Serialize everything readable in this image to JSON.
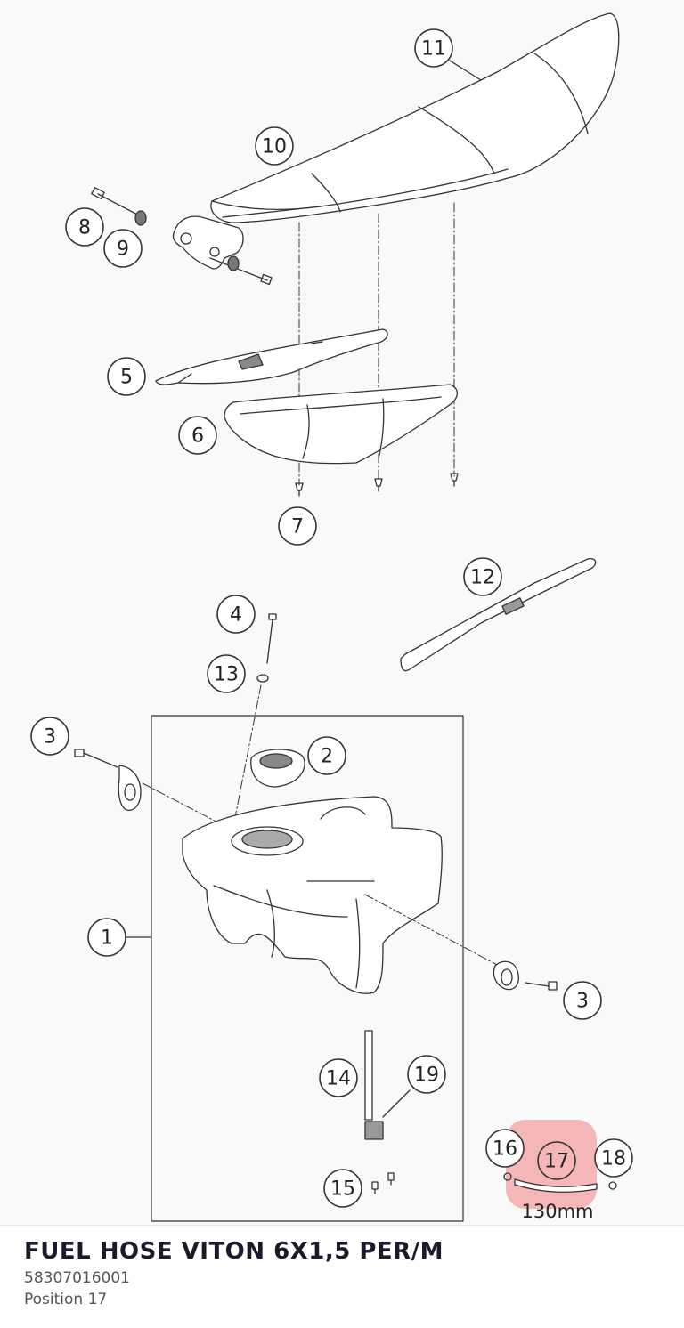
{
  "labels": [
    "1",
    "2",
    "3",
    "3",
    "4",
    "5",
    "6",
    "7",
    "8",
    "9",
    "10",
    "11",
    "12",
    "13",
    "14",
    "15",
    "16",
    "17",
    "18",
    "19"
  ],
  "dimension_note": "130mm",
  "highlight_color": "#f08080",
  "part": {
    "name": "FUEL HOSE VITON 6X1,5 PER/M",
    "number": "58307016001",
    "position": "Position 17"
  }
}
